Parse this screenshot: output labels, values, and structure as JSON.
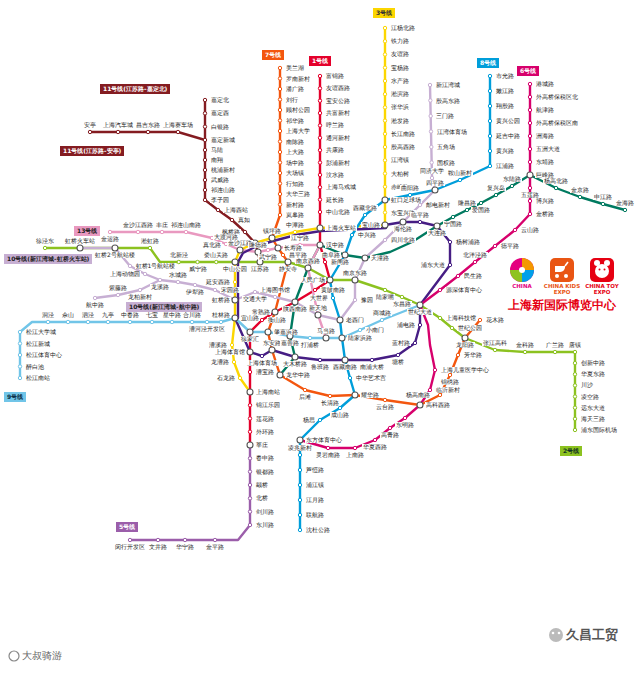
{
  "diagram": {
    "nodes": [
      {
        "text": [
          "11号线(江苏路-嘉定北)"
        ]
      },
      {
        "text": [
          "11号线(江苏路-安亭)"
        ]
      },
      {
        "text": [
          "7号线"
        ]
      },
      {
        "text": [
          "1号线"
        ]
      },
      {
        "text": [
          "3号线"
        ]
      },
      {
        "text": [
          "8号线"
        ]
      },
      {
        "text": [
          "6号线"
        ]
      },
      {
        "text": [
          "13号线"
        ]
      },
      {
        "text": [
          "10号线(新江湾城-虹桥火车站)"
        ]
      },
      {
        "text": [
          "10号线(新江湾城-航中路)"
        ]
      },
      {
        "text": [
          "9号线"
        ]
      },
      {
        "text": [
          "2号线"
        ]
      },
      {
        "text": [
          "5号线"
        ]
      }
    ],
    "labels": [
      "富锦路",
      "友谊西路",
      "宝安公路",
      "共富新村",
      "呼兰路",
      "通河新村",
      "共康路",
      "彭浦新村",
      "汶水路",
      "上海马戏城",
      "延长路",
      "中山北路",
      "上海火车站",
      "汉中路",
      "新闸路",
      "人民广场",
      "黄陂南路",
      "陕西南路",
      "常熟路",
      "衡山路",
      "徐家汇",
      "上海体育馆",
      "漕宝路",
      "上海南站",
      "锦江乐园",
      "莲花路",
      "外环路",
      "莘庄",
      "徐泾东",
      "虹桥火车站",
      "虹桥2号航站楼",
      "淞虹路",
      "北新泾",
      "威宁路",
      "娄山关路",
      "中山公园",
      "江苏路",
      "静安寺",
      "南京西路",
      "南京东路",
      "陆家嘴",
      "东昌路",
      "世纪大道",
      "上海科技馆",
      "世纪公园",
      "龙阳路",
      "张江高科",
      "金科路",
      "广兰路",
      "唐镇",
      "创新中路",
      "华夏东路",
      "川沙",
      "凌空路",
      "远东大道",
      "海天三路",
      "浦东国际机场",
      "江杨北路",
      "铁力路",
      "友谊路",
      "宝杨路",
      "水产路",
      "淞滨路",
      "张华浜",
      "淞发路",
      "长江南路",
      "殷高西路",
      "江湾镇",
      "大柏树",
      "赤峰路",
      "虹口足球场",
      "东宝兴路",
      "宝山路",
      "中潭路",
      "镇坪路",
      "曹杨路",
      "金沙江路",
      "延安西路",
      "虹桥路",
      "宜山路",
      "漕溪路",
      "龙漕路",
      "石龙路",
      "海伦路",
      "临平路",
      "大连路",
      "杨树浦路",
      "浦东大道",
      "浦电路",
      "蓝村路",
      "塘桥",
      "南浦大桥",
      "西藏南路",
      "鲁班路",
      "大木桥路",
      "东安路",
      "上海体育场",
      "春申路",
      "银都路",
      "颛桥",
      "北桥",
      "剑川路",
      "东川路",
      "金平路",
      "华宁路",
      "文井路",
      "闵行开发区",
      "港城路",
      "外高桥保税区北",
      "航津路",
      "外高桥保税区南",
      "洲海路",
      "五洲大道",
      "东靖路",
      "巨峰路",
      "五莲路",
      "博兴路",
      "金桥路",
      "云山路",
      "德平路",
      "北洋泾路",
      "民生路",
      "源深体育中心",
      "上海儿童医学中心",
      "临沂新村",
      "高科西路",
      "东明路",
      "高青路",
      "华夏西路",
      "上南路",
      "灵岩南路",
      "美兰湖",
      "罗南新村",
      "潘广路",
      "刘行",
      "顾村公园",
      "祁华路",
      "上海大学",
      "南陈路",
      "上大路",
      "场中路",
      "大场镇",
      "行知路",
      "大华三路",
      "新村路",
      "岚皋路",
      "长寿路",
      "昌平路",
      "肇嘉浜路",
      "龙华中路",
      "后滩",
      "长清路",
      "云台路",
      "杨高南路",
      "锦绣路",
      "芳华路",
      "花木路",
      "市光路",
      "嫩江路",
      "翔殷路",
      "黄兴公园",
      "延吉中路",
      "黄兴路",
      "江浦路",
      "鞍山新村",
      "四平路",
      "曲阳路",
      "西藏北路",
      "中兴路",
      "曲阜路",
      "大世界",
      "老西门",
      "陆家浜路",
      "中华艺术宫",
      "耀华路",
      "成山路",
      "杨思",
      "东方体育中心",
      "凌兆新村",
      "芦恒路",
      "浦江镇",
      "江月路",
      "联航路",
      "沈杜公路",
      "松江南站",
      "醉白池",
      "松江体育中心",
      "松江新城",
      "松江大学城",
      "洞泾",
      "佘山",
      "泗泾",
      "九亭",
      "中春路",
      "七宝",
      "星中路",
      "合川路",
      "漕河泾开发区",
      "桂林路",
      "嘉善路",
      "打浦桥",
      "马当路",
      "小南门",
      "商城路",
      "新江湾城",
      "殷高东路",
      "三门路",
      "江湾体育场",
      "五角场",
      "国权路",
      "同济大学",
      "邮电新村",
      "四川北路",
      "天潼路",
      "豫园",
      "新天地",
      "上海图书馆",
      "交通大学",
      "宋园路",
      "伊犁路",
      "水城路",
      "龙溪路",
      "上海动物园",
      "虹桥1号航站楼",
      "龙柏新村",
      "紫藤路",
      "航中路",
      "嘉定北",
      "嘉定西",
      "白银路",
      "嘉定新城",
      "马陆",
      "南翔",
      "桃浦新村",
      "武威路",
      "祁连山路",
      "李子园",
      "上海西站",
      "真如",
      "枫桥路",
      "隆德路",
      "安亭",
      "上海汽车城",
      "昌吉东路",
      "上海赛车场",
      "金海路",
      "申江路",
      "金京路",
      "杨高北路",
      "东陆路",
      "复兴岛",
      "爱国路",
      "隆昌路",
      "宁国路",
      "金运路",
      "金沙江西路",
      "丰庄",
      "祁连山南路",
      "真北路",
      "大渡河路",
      "武宁路",
      "江宁路",
      "CHINA",
      "CHINA KIDS EXPO",
      "CHINA TOY EXPO",
      "上海新国际博览中心",
      "久昌工贸",
      "大叔骑游"
    ]
  }
}
